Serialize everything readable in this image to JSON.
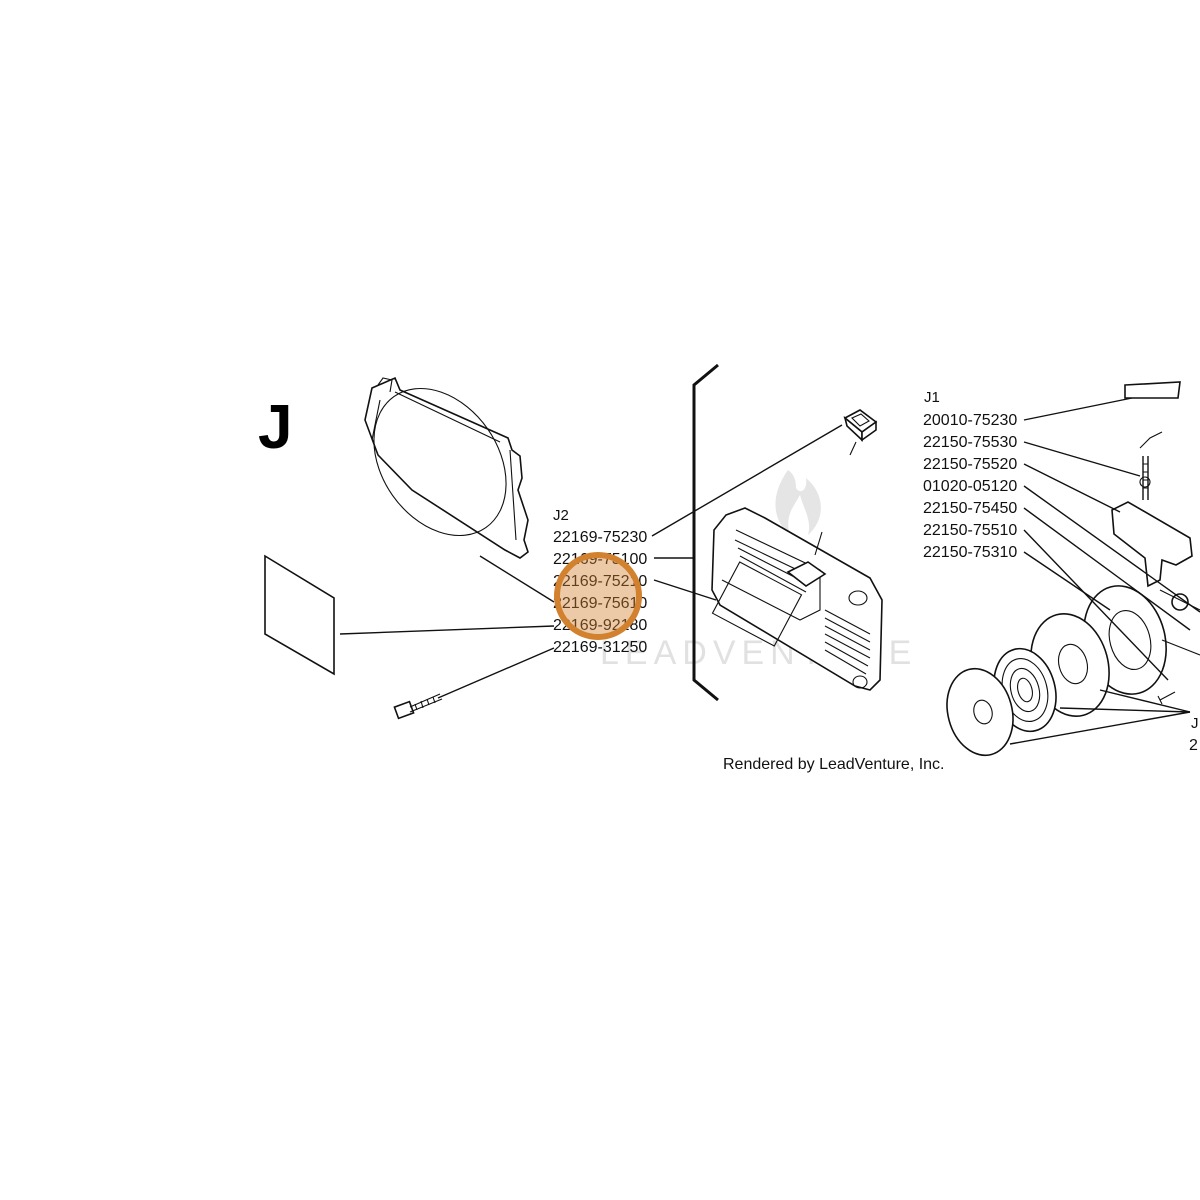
{
  "section_label": "J",
  "groups": {
    "j2": {
      "label": "J2",
      "parts": [
        "22169-75230",
        "22169-75100",
        "22169-75210",
        "22169-75610",
        "22169-92180",
        "22169-31250"
      ]
    },
    "j1": {
      "label": "J1",
      "parts": [
        "20010-75230",
        "22150-75530",
        "22150-75520",
        "01020-05120",
        "22150-75450",
        "22150-75510",
        "22150-75310"
      ]
    },
    "j3_fragment": {
      "label": "J",
      "part_fragment": "2"
    }
  },
  "credit": "Rendered by LeadVenture, Inc.",
  "watermark": "LEADVENTURE",
  "highlight": {
    "color": "#D2812E",
    "target_part": "22169-75610"
  },
  "icons": {
    "watermark_logo": "flame-icon"
  }
}
